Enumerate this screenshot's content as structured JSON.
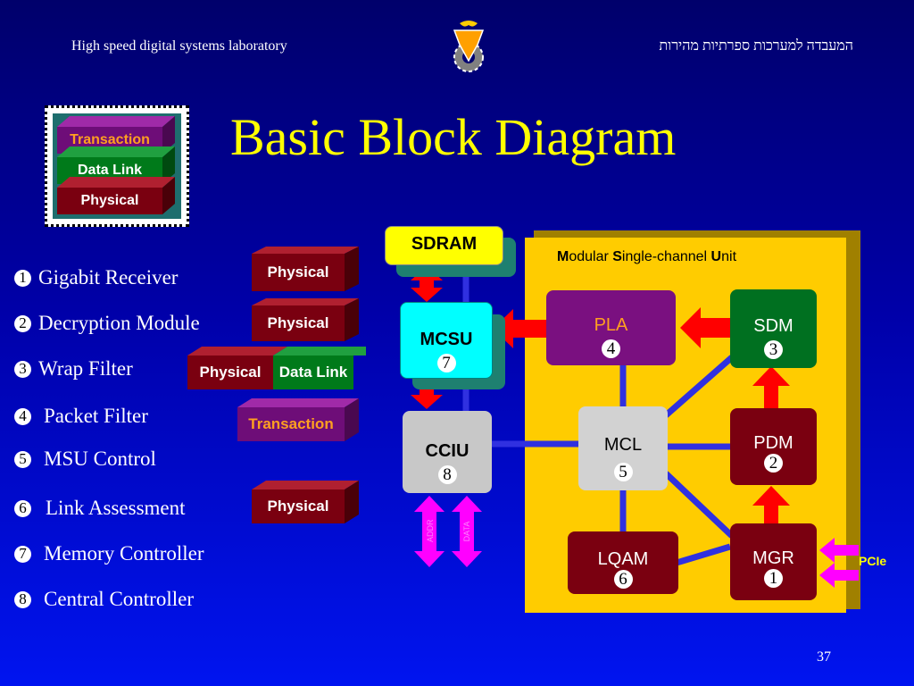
{
  "header": {
    "left": "High speed digital systems laboratory",
    "right": "המעבדה למערכות ספרתיות מהירות"
  },
  "title": "Basic Block Diagram",
  "legend": [
    "Transaction",
    "Data Link",
    "Physical"
  ],
  "list": [
    {
      "num": "1",
      "label": "Gigabit Receiver"
    },
    {
      "num": "2",
      "label": "Decryption Module"
    },
    {
      "num": "3",
      "label": "Wrap Filter"
    },
    {
      "num": "4",
      "label": "Packet Filter"
    },
    {
      "num": "5",
      "label": "MSU Control"
    },
    {
      "num": "6",
      "label": "Link Assessment"
    },
    {
      "num": "7",
      "label": "Memory Controller"
    },
    {
      "num": "8",
      "label": "Central Controller"
    }
  ],
  "layers": {
    "r1": "Physical",
    "r2": "Physical",
    "r3a": "Physical",
    "r3b": "Data Link",
    "r4": "Transaction",
    "r6": "Physical"
  },
  "diagram": {
    "sdram": "SDRAM",
    "msu_title": {
      "m": "M",
      "m_rest": "odular ",
      "s": "S",
      "s_rest": "ingle-channel ",
      "u": "U",
      "u_rest": "nit"
    },
    "mcsu": {
      "name": "MCSU",
      "num": "7"
    },
    "cciu": {
      "name": "CCIU",
      "num": "8"
    },
    "pla": {
      "name": "PLA",
      "num": "4"
    },
    "sdm": {
      "name": "SDM",
      "num": "3"
    },
    "mcl": {
      "name": "MCL",
      "num": "5"
    },
    "pdm": {
      "name": "PDM",
      "num": "2"
    },
    "lqam": {
      "name": "LQAM",
      "num": "6"
    },
    "mgr": {
      "name": "MGR",
      "num": "1"
    },
    "addr": "ADDR",
    "data": "DATA",
    "pcie": "PCIe"
  },
  "colors": {
    "title": "#ffff00",
    "msu_bg": "#ffcc00",
    "physical": "#7a0010",
    "datalink": "#007a1a",
    "transaction": "#6e0d78",
    "arrow_red": "#ff0000",
    "arrow_magenta": "#ff00ff"
  },
  "slide_number": "37"
}
